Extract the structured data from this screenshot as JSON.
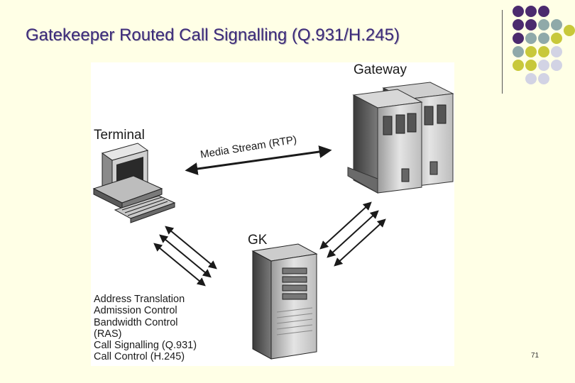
{
  "slide": {
    "title": "Gatekeeper Routed Call Signalling (Q.931/H.245)",
    "page_number": "71"
  },
  "diagram": {
    "gateway_label": "Gateway",
    "terminal_label": "Terminal",
    "media_stream_label": "Media Stream (RTP)",
    "gk_label": "GK",
    "gk_functions": [
      "Address Translation",
      "Admission Control",
      "Bandwidth Control",
      "(RAS)",
      "Call Signalling (Q.931)",
      "Call Control (H.245)"
    ]
  },
  "theme": {
    "background": "#FFFFE6",
    "title_color": "#3C2A7A",
    "dot_purple": "#4B2A6E",
    "dot_teal": "#8FA9A9",
    "dot_olive": "#C8C83A",
    "dot_lavender": "#D2D3E4"
  }
}
